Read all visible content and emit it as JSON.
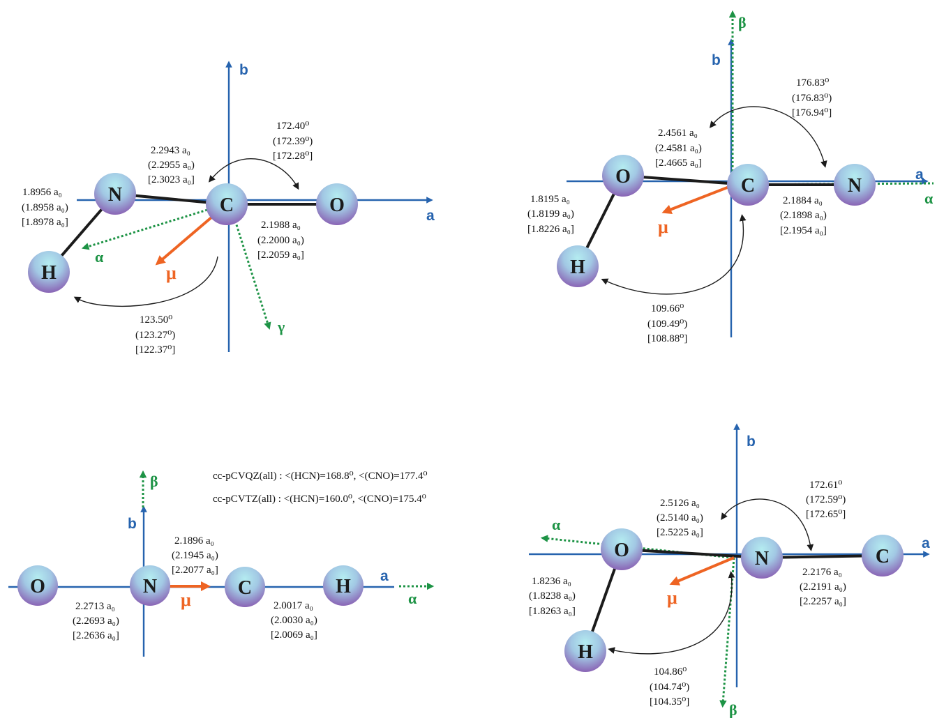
{
  "axis_labels": {
    "a": "a",
    "b": "b"
  },
  "axis_labels_green": {
    "alpha": "α",
    "beta": "β",
    "gamma": "γ"
  },
  "dipole_label": "μ",
  "atoms": {
    "H": "H",
    "C": "C",
    "N": "N",
    "O": "O"
  },
  "colors": {
    "axis": "#2663ae",
    "inertia_axes": "#1d9345",
    "dipole": "#ee6423",
    "bond": "#1b1b1b",
    "atom_top": "#a6e4ec",
    "atom_bottom": "#8a5cb2"
  },
  "panel_hcno": {
    "angle_hcn": [
      "123.50⁰",
      "(123.27⁰)",
      "[122.37⁰]"
    ],
    "angle_nco": [
      "172.40⁰",
      "(172.39⁰)",
      "[172.28⁰]"
    ],
    "bond_hn": [
      "1.8956 a₀",
      "(1.8958 a₀)",
      "[1.8978 a₀]"
    ],
    "bond_nc": [
      "2.2943 a₀",
      "(2.2955 a₀)",
      "[2.3023 a₀]"
    ],
    "bond_co": [
      "2.1988 a₀",
      "(2.2000 a₀)",
      "[2.2059 a₀]"
    ]
  },
  "panel_hocn": {
    "angle_hoc": [
      "109.66⁰",
      "(109.49⁰)",
      "[108.88⁰]"
    ],
    "angle_ocn": [
      "176.83⁰",
      "(176.83⁰)",
      "[176.94⁰]"
    ],
    "bond_ho": [
      "1.8195 a₀",
      "(1.8199 a₀)",
      "[1.8226 a₀]"
    ],
    "bond_oc": [
      "2.4561 a₀",
      "(2.4581 a₀)",
      "[2.4665 a₀]"
    ],
    "bond_cn": [
      "2.1884 a₀",
      "(2.1898 a₀)",
      "[2.1954 a₀]"
    ]
  },
  "panel_honc": {
    "angle_hon": [
      "104.86⁰",
      "(104.74⁰)",
      "[104.35⁰]"
    ],
    "angle_onc": [
      "172.61⁰",
      "(172.59⁰)",
      "[172.65⁰]"
    ],
    "bond_ho": [
      "1.8236 a₀",
      "(1.8238 a₀)",
      "[1.8263 a₀]"
    ],
    "bond_on": [
      "2.5126 a₀",
      "(2.5140 a₀)",
      "[2.5225 a₀]"
    ],
    "bond_nc": [
      "2.2176 a₀",
      "(2.2191 a₀)",
      "[2.2257 a₀]"
    ]
  },
  "panel_oncH": {
    "note_cvqz": "cc-pCVQZ(all)  : <(HCN)=168.8⁰,  <(CNO)=177.4⁰",
    "note_cvtz": "cc-pCVTZ(all)  : <(HCN)=160.0⁰,  <(CNO)=175.4⁰",
    "bond_on": [
      "2.2713 a₀",
      "(2.2693 a₀)",
      "[2.2636 a₀]"
    ],
    "bond_nc": [
      "2.1896 a₀",
      "(2.1945 a₀)",
      "[2.2077 a₀]"
    ],
    "bond_ch": [
      "2.0017 a₀",
      "(2.0030 a₀)",
      "[2.0069 a₀]"
    ]
  }
}
